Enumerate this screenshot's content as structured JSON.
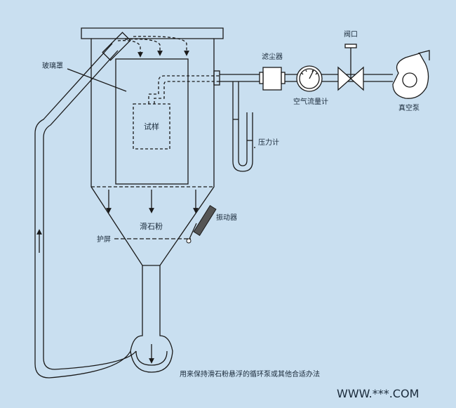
{
  "labels": {
    "glass_cover": "玻璃罩",
    "dust_filter": "滤尘器",
    "valve": "阀口",
    "air_flowmeter": "空气流量计",
    "vacuum_pump": "真空泵",
    "sample": "试样",
    "manometer": "压力计",
    "talc_powder": "滑石粉",
    "vibrator": "振动器",
    "guard_screen": "护屏",
    "caption": "用来保持滑石粉悬浮的循环泵或其他合适办法",
    "watermark": "WWW.***.COM"
  },
  "colors": {
    "background": "#c9dff0",
    "line": "#1a1a1a",
    "pipe_fill": "#ffffff"
  }
}
